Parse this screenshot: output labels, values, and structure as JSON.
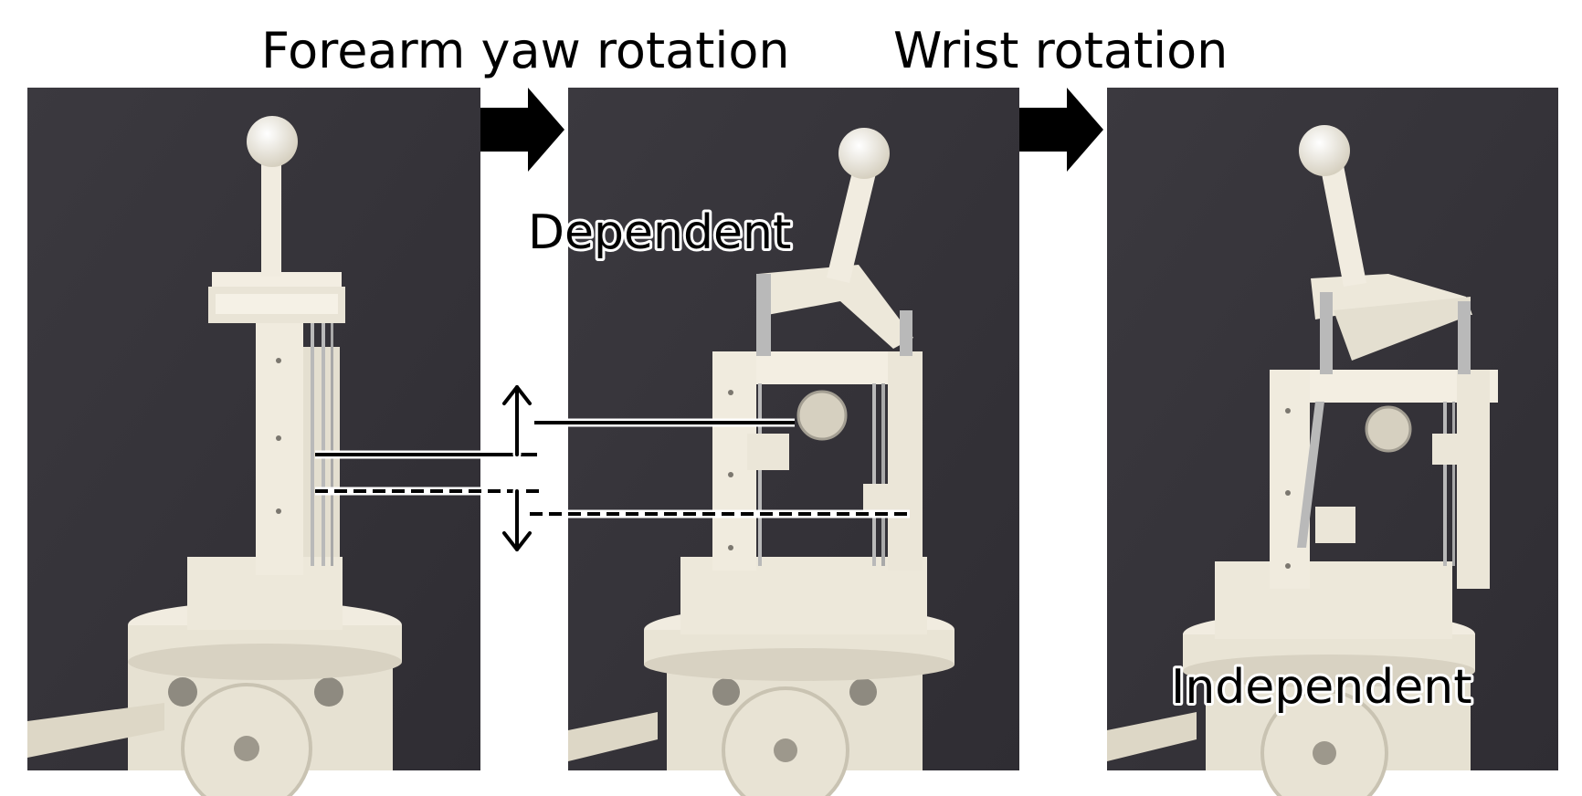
{
  "titles": {
    "forearm": "Forearm yaw rotation",
    "wrist": "Wrist rotation"
  },
  "labels": {
    "dependent": "Dependent",
    "independent": "Independent"
  },
  "colors": {
    "background": "#ffffff",
    "photo_backdrop": "#36343a",
    "robot_body": "#ece7d8",
    "metal_rod": "#b9b9b9",
    "arrow": "#000000",
    "line_outline": "#ffffff"
  },
  "icons": {
    "transition_arrow": "right-arrow-icon",
    "motion_arrow": "double-headed-vertical-arrow-icon"
  }
}
